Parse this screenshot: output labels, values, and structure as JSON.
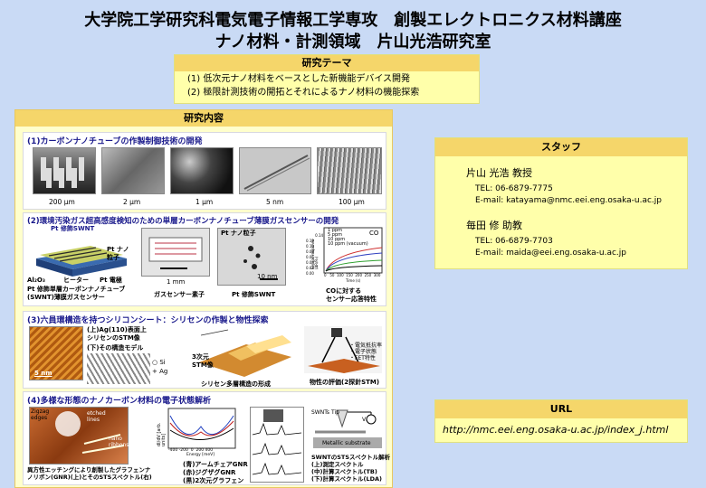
{
  "header": {
    "line1": "大学院工学研究科電気電子情報工学専攻　創製エレクトロニクス材料講座",
    "line2": "ナノ材料・計測領域　片山光浩研究室"
  },
  "theme": {
    "heading": "研究テーマ",
    "items": [
      "(1) 低次元ナノ材料をベースとした新機能デバイス開発",
      "(2) 極限計測技術の開拓とそれによるナノ材料の機能探索"
    ]
  },
  "research": {
    "heading": "研究内容",
    "panel1": {
      "title": "(1)カーボンナノチューブの作製制御技術の開発",
      "scales": [
        "200 μm",
        "2 μm",
        "1 μm",
        "5 nm",
        "100 μm"
      ]
    },
    "panel2": {
      "title": "(2)環境汚染ガス超高感度検知のための単層カーボンナノチューブ薄膜ガスセンサーの開発",
      "pt_label": "Pt 修飾SWNT",
      "pt_particle": "Pt ナノ粒子",
      "al2o3": "Al₂O₃",
      "heater": "ヒーター",
      "electrode": "Pt 電極",
      "caption_a": "Pt 修飾単層カーボンナノチューブ\n(SWNT)薄膜ガスセンサー",
      "scale_mm": "1 mm",
      "caption_b": "ガスセンサー素子",
      "pt_nano": "Pt ナノ粒子",
      "scale_nm": "10 nm",
      "caption_c": "Pt 修飾SWNT",
      "chart_co": "CO",
      "chart_legend": [
        "1 ppm",
        "5 ppm",
        "10 ppm",
        "10 ppm (vacuum)"
      ],
      "chart_xlabel": "Time (s)",
      "chart_ylabel": "Sensor response (ΔR/R₀)",
      "chart_yticks": [
        "0.14",
        "0.12",
        "0.10",
        "0.08",
        "0.06",
        "0.04",
        "0.02",
        "0.00"
      ],
      "chart_xticks": [
        "0",
        "50",
        "100",
        "150",
        "200",
        "250",
        "300"
      ],
      "caption_d": "COに対する\nセンサー応答特性"
    },
    "panel3": {
      "title": "(3)六員環構造を持つシリコンシート：シリセンの作製と物性探索",
      "stm_upper": "(上)Ag(110)表面上\nシリセンのSTM像",
      "stm_lower": "(下)その構造モデル",
      "legend_si": "Si",
      "legend_ag": "Ag",
      "scale_5nm": "5 nm",
      "label_3d": "3次元\nSTM像",
      "caption_mid": "シリセン多層構造の形成",
      "props": "・電気抵抗率\n・電子状態\n・FET特性",
      "caption_right": "物性の評価(2探針STM)"
    },
    "panel4": {
      "title": "(4)多様な形態のナノカーボン材料の電子状態解析",
      "zigzag": "Zigzag\nedges",
      "etched": "etched\nlines",
      "nano_ribbons": "nano\nribbons",
      "caption_a": "異方性エッチングにより創製したグラフェンナ\nノリボン(GNR)(上)とそのSTSスペクトル(右)",
      "ylabel_a": "dI/dV [arb. units]",
      "xlabel_a": "Energy [meV]",
      "xticks_a": [
        "-400",
        "-200",
        "0",
        "200",
        "400"
      ],
      "caption_b": "(青)アームチェアGNR\n(赤)ジグザグGNR\n(黒)2次元グラフェン",
      "swnts": "SWNTs",
      "tip": "Tip",
      "vt": "Vₜ",
      "metallic": "Metallic substrate",
      "caption_c": "SWNTのSTSスペクトル解析\n(上)測定スペクトル\n(中)計算スペクトル(TB)\n(下)計算スペクトル(LDA)"
    }
  },
  "staff": {
    "heading": "スタッフ",
    "people": [
      {
        "name": "片山 光浩 教授",
        "tel": "TEL: 06-6879-7775",
        "email": "E-mail: katayama@nmc.eei.eng.osaka-u.ac.jp"
      },
      {
        "name": "毎田 修 助教",
        "tel": "TEL: 06-6879-7703",
        "email": "E-mail: maida@eei.eng.osaka-u.ac.jp"
      }
    ]
  },
  "url": {
    "heading": "URL",
    "link": "http://nmc.eei.eng.osaka-u.ac.jp/index_j.html"
  }
}
